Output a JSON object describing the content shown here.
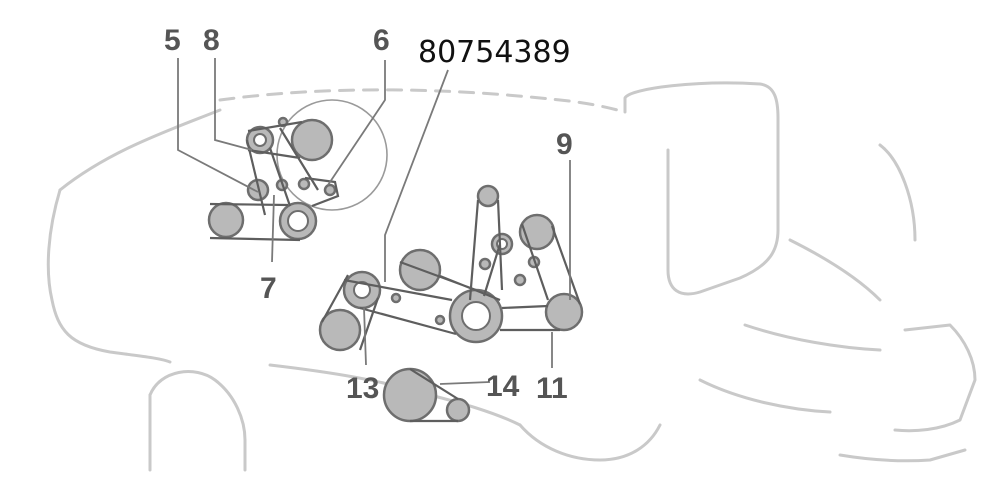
{
  "part_number": "80754389",
  "callouts": {
    "c5": "5",
    "c8": "8",
    "c6": "6",
    "c7": "7",
    "c9": "9",
    "c13": "13",
    "c14": "14",
    "c11": "11"
  }
}
